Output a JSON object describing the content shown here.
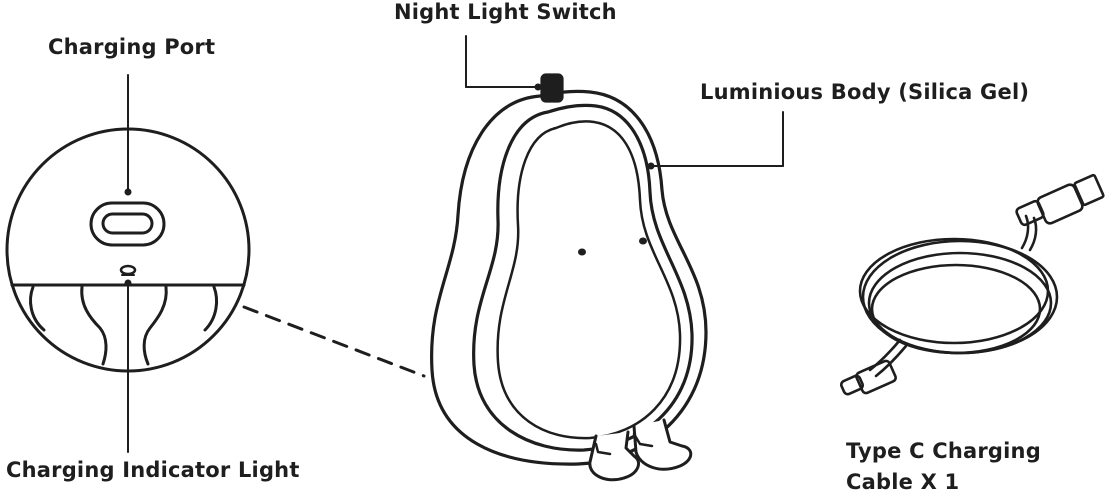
{
  "labels": {
    "night_light_switch": "Night Light Switch",
    "charging_port": "Charging Port",
    "luminious_body": "Luminious Body (Silica Gel)",
    "charging_indicator_light": "Charging Indicator Light",
    "type_c_cable_line1": "Type C Charging",
    "type_c_cable_line2": "Cable X 1"
  },
  "colors": {
    "line": "#1e1e1e",
    "background": "#ffffff"
  }
}
